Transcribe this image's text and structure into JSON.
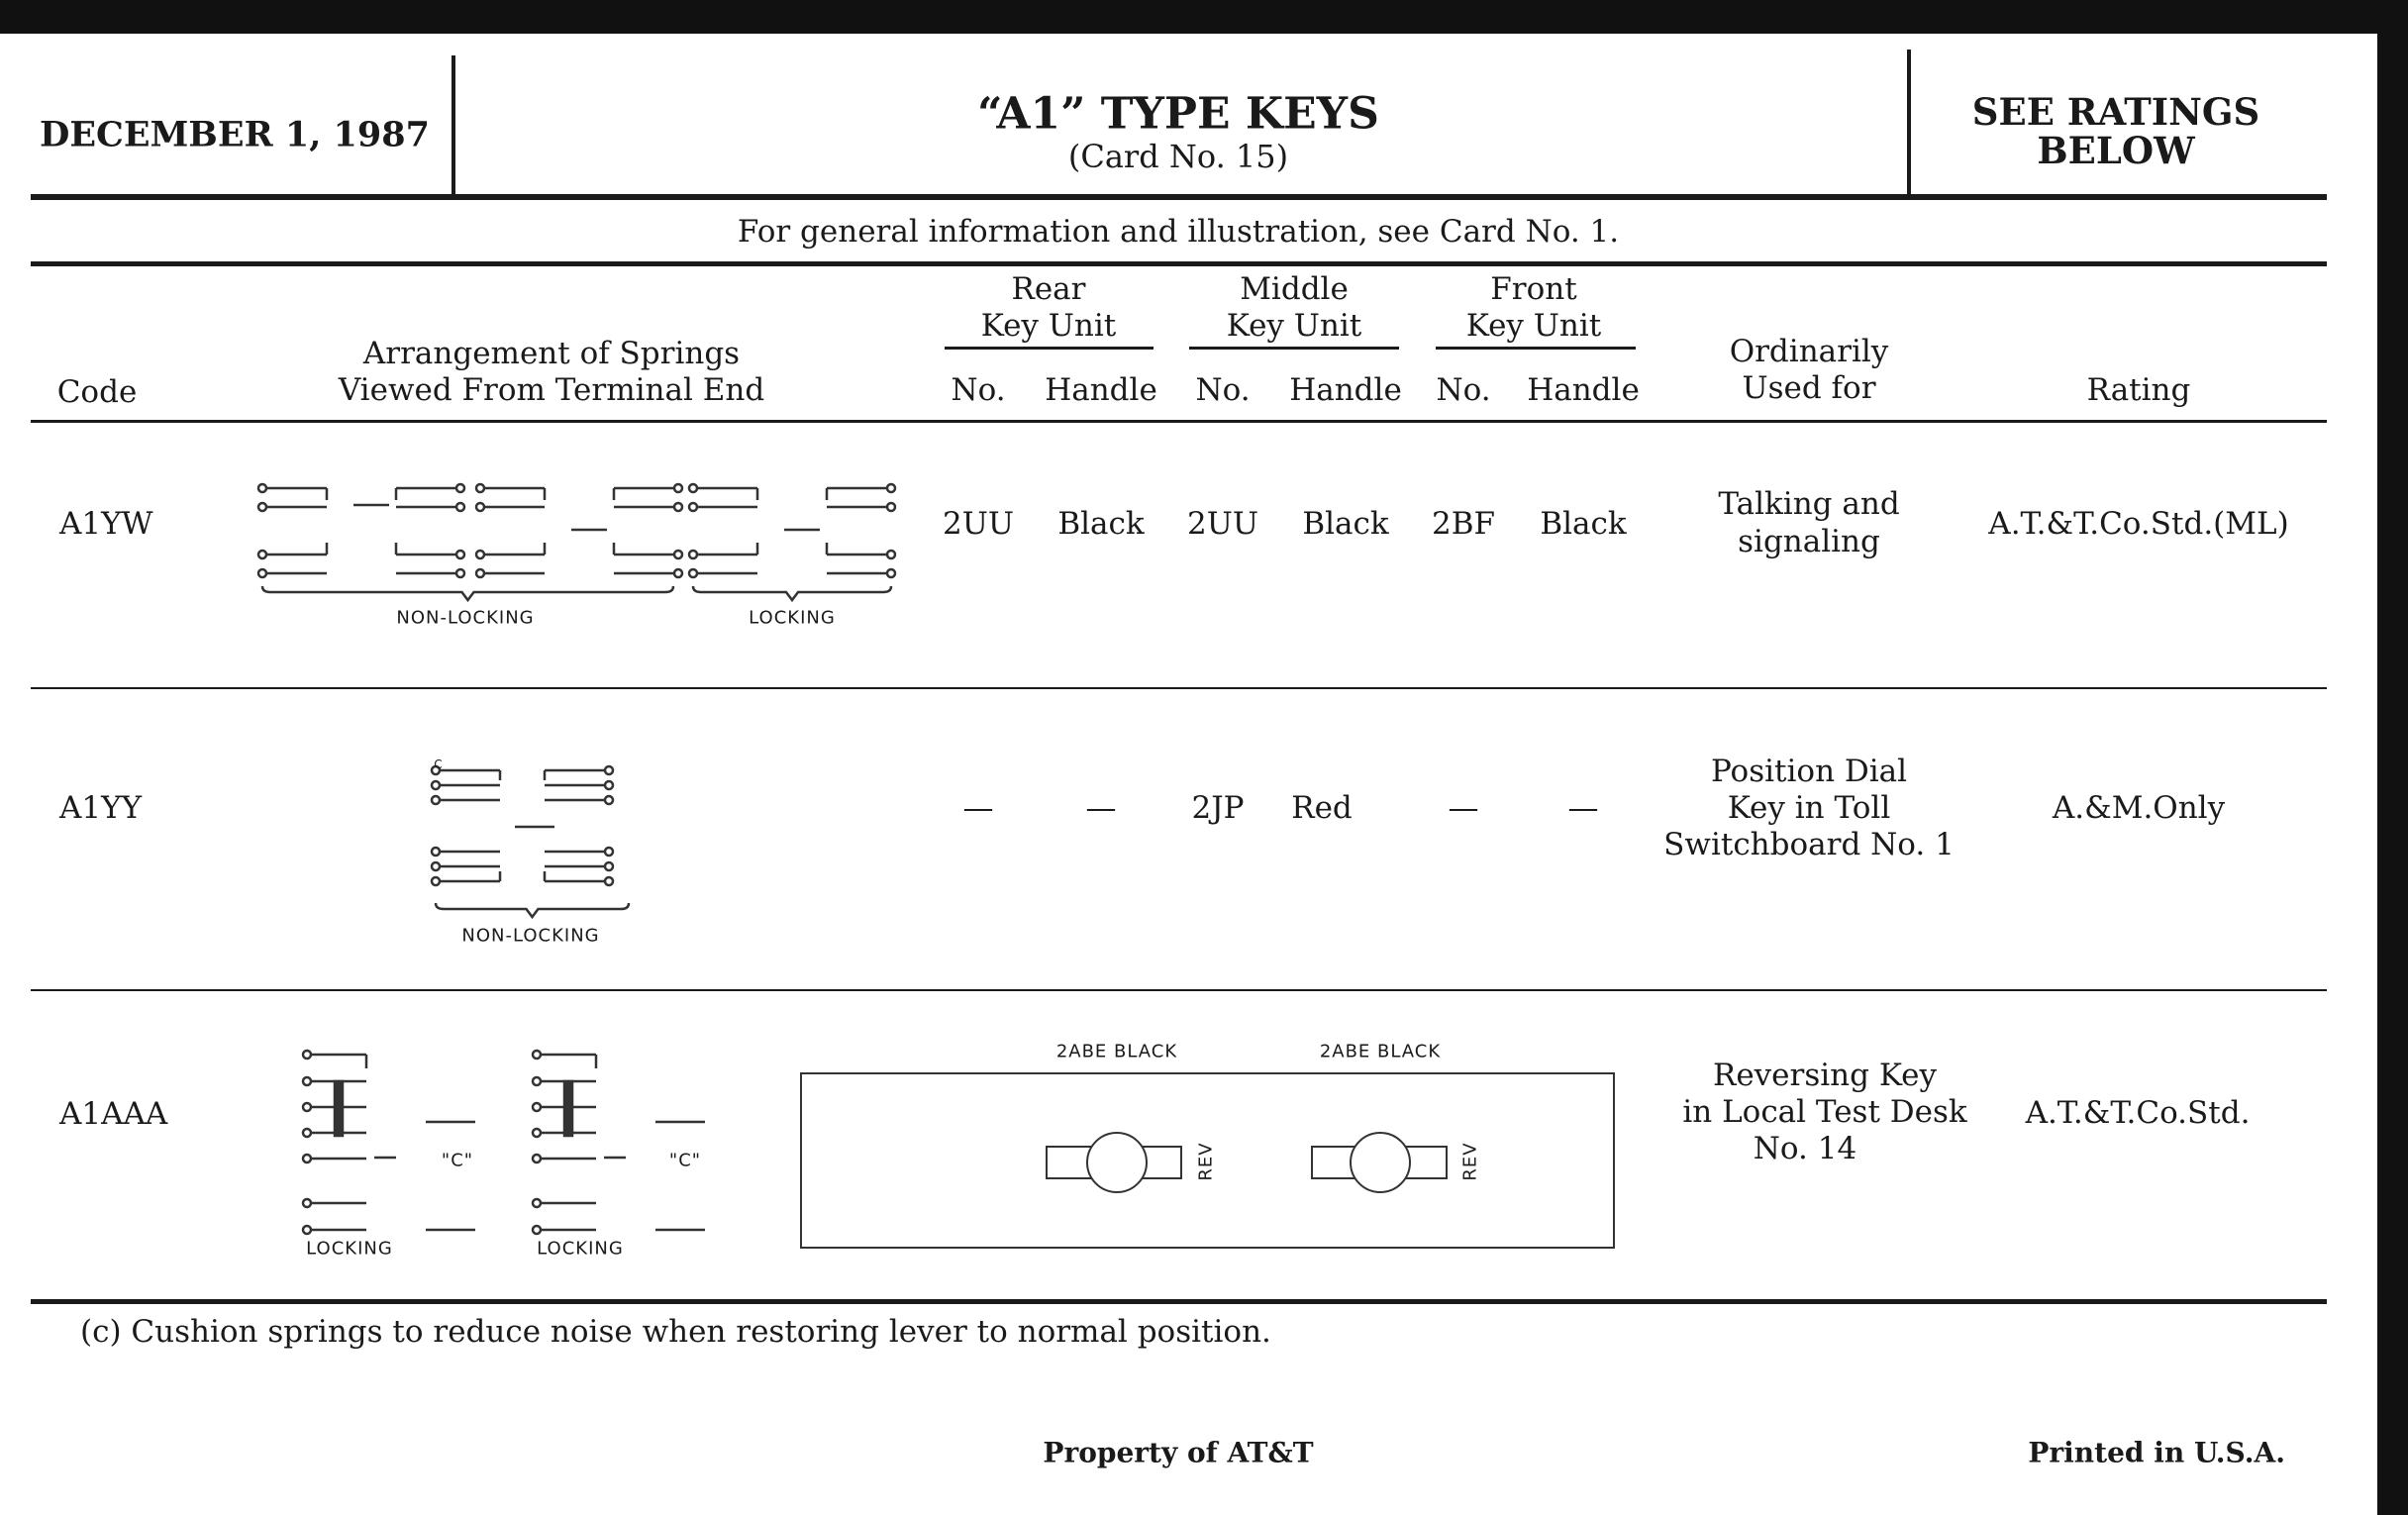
{
  "header": {
    "date": "DECEMBER 1, 1987",
    "title": "“A1” TYPE KEYS",
    "card": "(Card No. 15)",
    "ratings_line1": "SEE RATINGS",
    "ratings_line2": "BELOW"
  },
  "subtitle": "For general information and illustration, see Card No. 1.",
  "columns": {
    "code": "Code",
    "arrangement_1": "Arrangement of Springs",
    "arrangement_2": "Viewed From Terminal End",
    "rear_1": "Rear",
    "rear_2": "Key Unit",
    "middle_1": "Middle",
    "middle_2": "Key Unit",
    "front_1": "Front",
    "front_2": "Key Unit",
    "no": "No.",
    "handle": "Handle",
    "used_1": "Ordinarily",
    "used_2": "Used for",
    "rating": "Rating"
  },
  "rows": [
    {
      "code": "A1YW",
      "rear_no": "2UU",
      "rear_handle": "Black",
      "middle_no": "2UU",
      "middle_handle": "Black",
      "front_no": "2BF",
      "front_handle": "Black",
      "used": [
        "Talking and",
        "signaling"
      ],
      "rating": "A.T.&T.Co.Std.(ML)",
      "diagram_labels": [
        "NON-LOCKING",
        "LOCKING"
      ]
    },
    {
      "code": "A1YY",
      "rear_no": "—",
      "rear_handle": "—",
      "middle_no": "2JP",
      "middle_handle": "Red",
      "front_no": "—",
      "front_handle": "—",
      "used": [
        "Position Dial",
        "Key in Toll",
        "Switchboard No. 1"
      ],
      "rating": "A.&M.Only",
      "diagram_labels": [
        "NON-LOCKING",
        "C"
      ]
    },
    {
      "code": "A1AAA",
      "used": [
        "Reversing Key",
        "in Local Test Desk",
        "No. 14"
      ],
      "rating": "A.T.&T.Co.Std.",
      "diagram_labels": [
        "LOCKING",
        "LOCKING",
        "\"C\"",
        "\"C\""
      ],
      "panel": {
        "key_labels": [
          "2ABE BLACK",
          "2ABE BLACK"
        ],
        "rev": "REV"
      }
    }
  ],
  "footnote": "(c) Cushion springs to reduce noise when restoring lever to normal position.",
  "footer": {
    "property": "Property of AT&T",
    "printed": "Printed in U.S.A."
  }
}
